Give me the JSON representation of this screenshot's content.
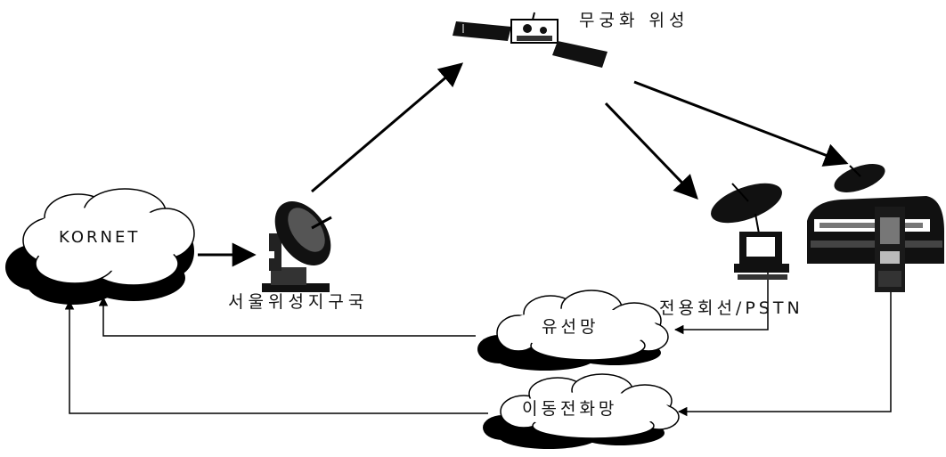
{
  "labels": {
    "satellite": "무궁화 위성",
    "kornet": "KORNET",
    "ground_station": "서울위성지구국",
    "leased_line": "전용회선/PSTN",
    "wired_network": "유선망",
    "mobile_network": "이동전화망"
  },
  "icons": [
    "satellite-icon",
    "dish-antenna-icon",
    "terminal-computer-icon",
    "train-icon",
    "cloud-icon"
  ],
  "colors": {
    "ink": "#000000",
    "background": "#ffffff"
  }
}
